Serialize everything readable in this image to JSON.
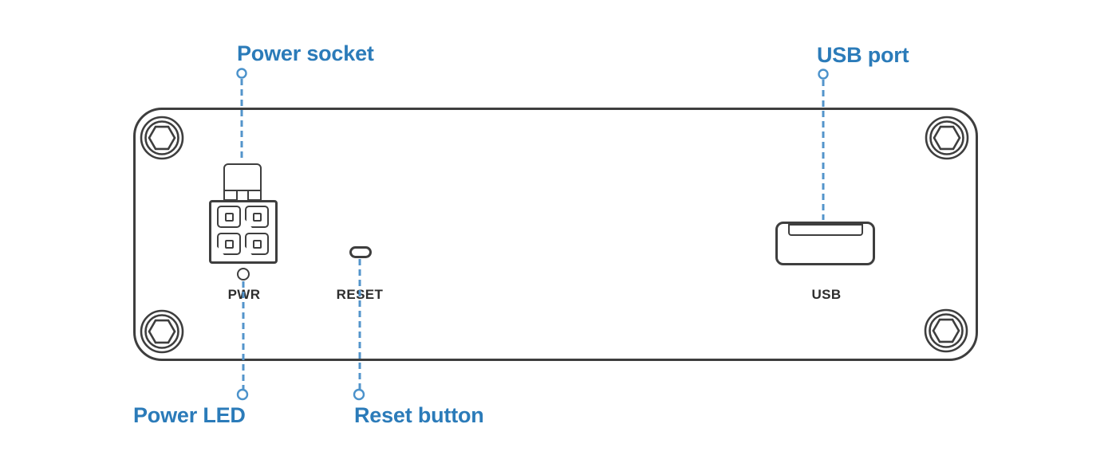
{
  "diagram_title": "Device rear panel port diagram",
  "colors": {
    "accent_blue": "#2b7bb9",
    "dash_blue": "#5394cb",
    "outline_dark": "#3e3e3e",
    "panel_label_dark": "#2e2e2e",
    "background": "#ffffff"
  },
  "callouts": {
    "power_socket": {
      "label": "Power socket"
    },
    "usb_port": {
      "label": "USB port"
    },
    "power_led": {
      "label": "Power LED"
    },
    "reset_button": {
      "label": "Reset button"
    }
  },
  "panel_labels": {
    "pwr": "PWR",
    "reset": "RESET",
    "usb": "USB"
  }
}
